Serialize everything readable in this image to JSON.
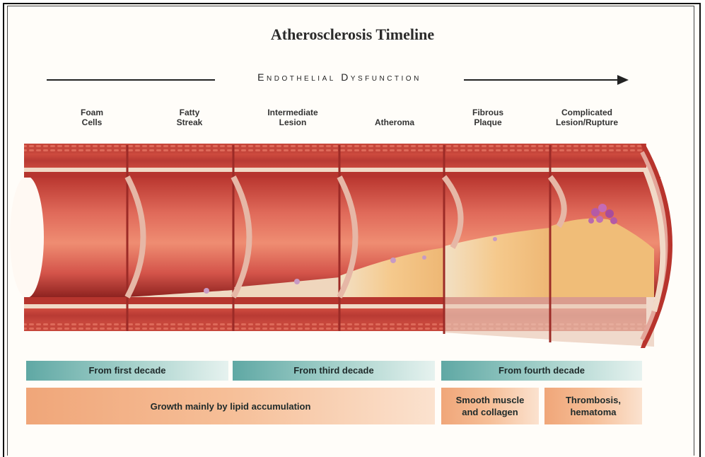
{
  "title": "Atherosclerosis Timeline",
  "timeline_axis": "Endothelial Dysfunction",
  "stages": [
    {
      "label": "Foam\nCells"
    },
    {
      "label": "Fatty\nStreak"
    },
    {
      "label": "Intermediate\nLesion"
    },
    {
      "label": "Atheroma"
    },
    {
      "label": "Fibrous\nPlaque"
    },
    {
      "label": "Complicated\nLesion/Rupture"
    }
  ],
  "onset_bands": [
    {
      "label": "From first decade"
    },
    {
      "label": "From third decade"
    },
    {
      "label": "From fourth decade"
    }
  ],
  "growth_bands": [
    {
      "label": "Growth mainly by lipid accumulation"
    },
    {
      "label": "Smooth muscle\nand collagen"
    },
    {
      "label": "Thrombosis,\nhematoma"
    }
  ],
  "colors": {
    "artery_wall": "#c8463c",
    "lumen": "#d9534a",
    "plaque": "#f3c37d",
    "band_teal": "#5fa8a4",
    "band_orange": "#f0a679"
  }
}
